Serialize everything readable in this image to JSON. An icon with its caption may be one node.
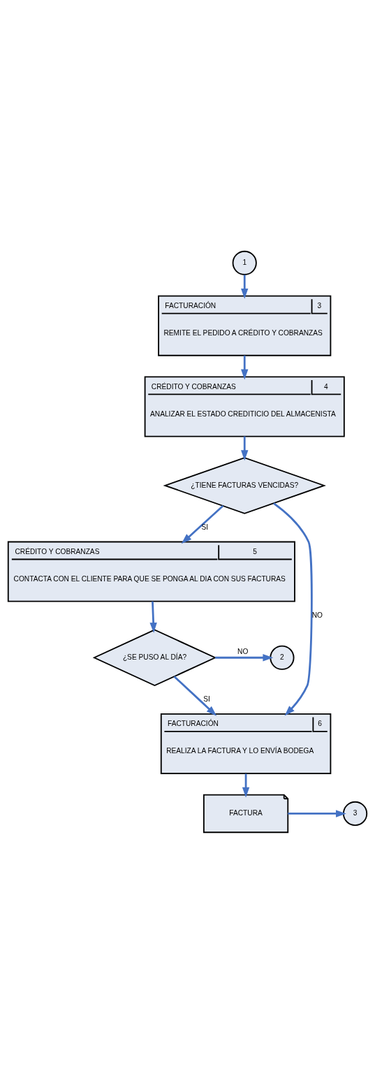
{
  "diagram": {
    "nodes": [
      {
        "text": [
          "1"
        ]
      },
      {
        "text": [
          "FACTURACIÓN",
          "3",
          "REMITE EL PEDIDO A CRÉDITO Y COBRANZAS"
        ]
      },
      {
        "text": [
          "CRÉDITO Y COBRANZAS",
          "4",
          "ANALIZAR EL ESTADO CREDITICIO DEL ALMACENISTA"
        ]
      },
      {
        "text": [
          "¿TIENE FACTURAS VENCIDAS?"
        ]
      },
      {
        "text": [
          "CRÉDITO Y COBRANZAS",
          "5",
          "CONTACTA CON EL CLIENTE PARA QUE SE PONGA AL DIA CON SUS FACTURAS"
        ]
      },
      {
        "text": [
          "¿SE PUSO AL DÍA?"
        ]
      },
      {
        "text": [
          "2"
        ]
      },
      {
        "text": [
          "FACTURACIÓN",
          "6",
          "REALIZA LA FACTURA Y LO ENVÍA BODEGA"
        ]
      },
      {
        "text": [
          "FACTURA"
        ]
      },
      {
        "text": [
          "3"
        ]
      }
    ],
    "edges": [
      {
        "from": 0,
        "to": 1,
        "arrow": "to"
      },
      {
        "from": 1,
        "to": 2,
        "arrow": "to"
      },
      {
        "from": 2,
        "to": 3,
        "arrow": "to"
      },
      {
        "from": 3,
        "to": 4,
        "arrow": "to",
        "label": "SI"
      },
      {
        "from": 3,
        "to": 7,
        "arrow": "to",
        "label": "NO"
      },
      {
        "from": 4,
        "to": 5,
        "arrow": "to"
      },
      {
        "from": 5,
        "to": 6,
        "arrow": "to",
        "label": "NO"
      },
      {
        "from": 5,
        "to": 7,
        "arrow": "to",
        "label": "SI"
      },
      {
        "from": 7,
        "to": 8,
        "arrow": "to"
      },
      {
        "from": 8,
        "to": 9,
        "arrow": "to"
      }
    ]
  }
}
